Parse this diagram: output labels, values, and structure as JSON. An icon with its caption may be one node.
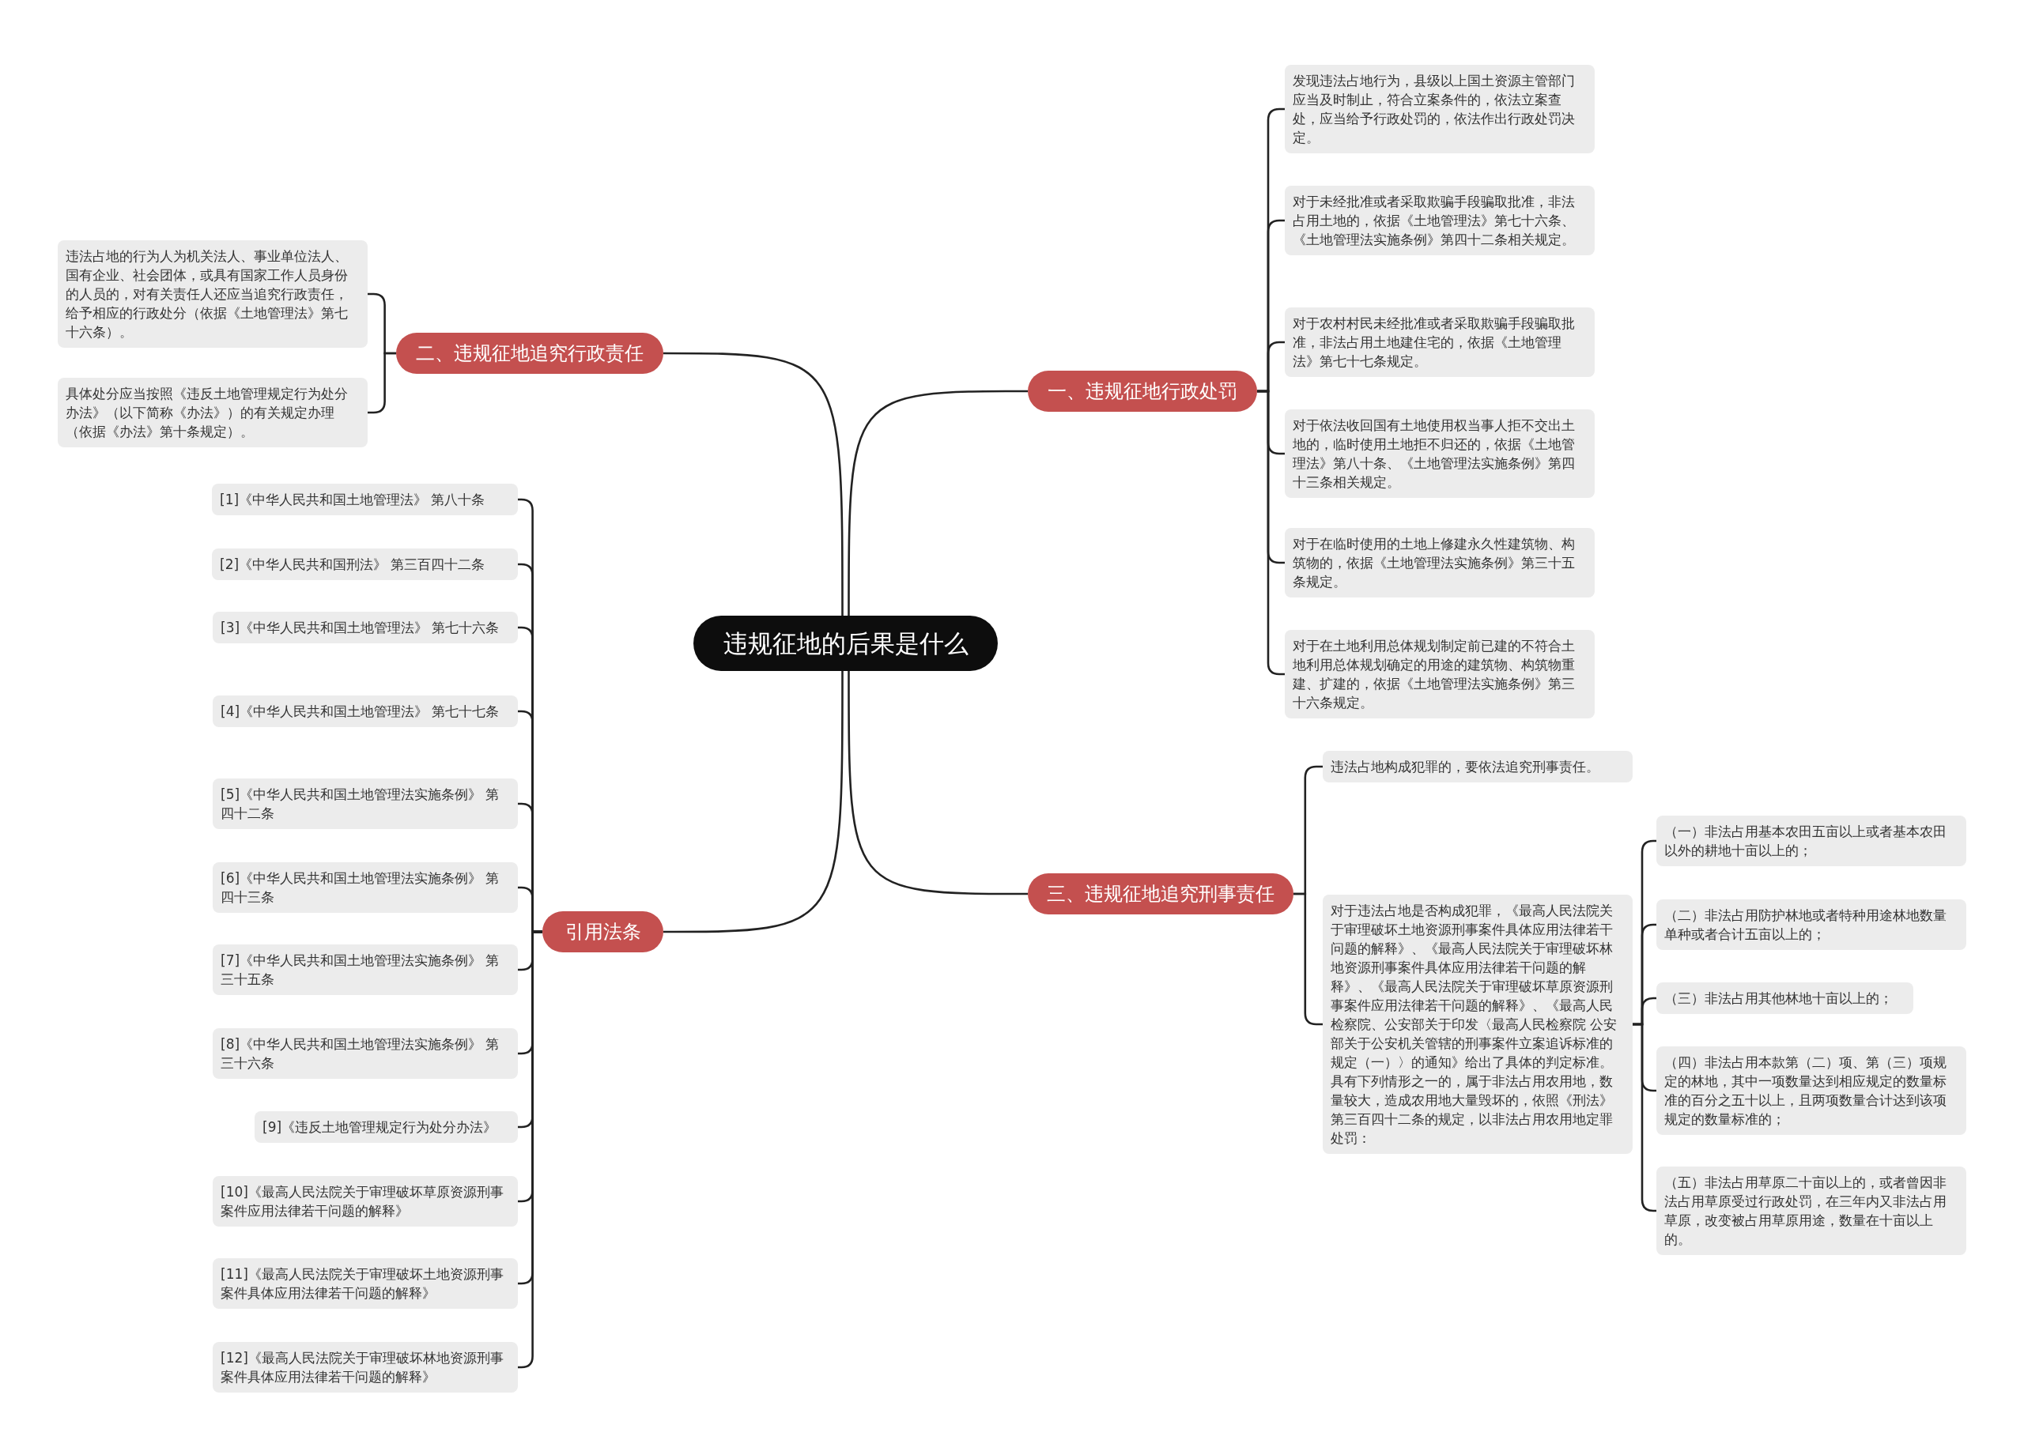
{
  "diagram": {
    "nodes": [
      {
        "text": [
          "违规征地的后果是什么"
        ]
      },
      {
        "text": [
          "一、违规征地行政处罚"
        ]
      },
      {
        "text": [
          "发现违法占地行为，县级以上国土资源主管部门应当及时制止，符合立案条件的，依法立案查处，应当给予行政处罚的，依法作出行政处罚决定。"
        ]
      },
      {
        "text": [
          "对于未经批准或者采取欺骗手段骗取批准，非法占用土地的，依据《土地管理法》第七十六条、《土地管理法实施条例》第四十二条相关规定。"
        ]
      },
      {
        "text": [
          "对于农村村民未经批准或者采取欺骗手段骗取批准，非法占用土地建住宅的，依据《土地管理法》第七十七条规定。"
        ]
      },
      {
        "text": [
          "对于依法收回国有土地使用权当事人拒不交出土地的，临时使用土地拒不归还的，依据《土地管理法》第八十条、《土地管理法实施条例》第四十三条相关规定。"
        ]
      },
      {
        "text": [
          "对于在临时使用的土地上修建永久性建筑物、构筑物的，依据《土地管理法实施条例》第三十五条规定。"
        ]
      },
      {
        "text": [
          "对于在土地利用总体规划制定前已建的不符合土地利用总体规划确定的用途的建筑物、构筑物重建、扩建的，依据《土地管理法实施条例》第三十六条规定。"
        ]
      },
      {
        "text": [
          "二、违规征地追究行政责任"
        ]
      },
      {
        "text": [
          "违法占地的行为人为机关法人、事业单位法人、国有企业、社会团体，或具有国家工作人员身份的人员的，对有关责任人还应当追究行政责任，给予相应的行政处分（依据《土地管理法》第七十六条）。"
        ]
      },
      {
        "text": [
          "具体处分应当按照《违反土地管理规定行为处分办法》（以下简称《办法》）的有关规定办理（依据《办法》第十条规定）。"
        ]
      },
      {
        "text": [
          "引用法条"
        ]
      },
      {
        "text": [
          "[1]《中华人民共和国土地管理法》 第八十条"
        ]
      },
      {
        "text": [
          "[2]《中华人民共和国刑法》 第三百四十二条"
        ]
      },
      {
        "text": [
          "[3]《中华人民共和国土地管理法》 第七十六条"
        ]
      },
      {
        "text": [
          "[4]《中华人民共和国土地管理法》 第七十七条"
        ]
      },
      {
        "text": [
          "[5]《中华人民共和国土地管理法实施条例》 第四十二条"
        ]
      },
      {
        "text": [
          "[6]《中华人民共和国土地管理法实施条例》 第四十三条"
        ]
      },
      {
        "text": [
          "[7]《中华人民共和国土地管理法实施条例》 第三十五条"
        ]
      },
      {
        "text": [
          "[8]《中华人民共和国土地管理法实施条例》 第三十六条"
        ]
      },
      {
        "text": [
          "[9]《违反土地管理规定行为处分办法》"
        ]
      },
      {
        "text": [
          "[10]《最高人民法院关于审理破坏草原资源刑事案件应用法律若干问题的解释》"
        ]
      },
      {
        "text": [
          "[11]《最高人民法院关于审理破坏土地资源刑事案件具体应用法律若干问题的解释》"
        ]
      },
      {
        "text": [
          "[12]《最高人民法院关于审理破坏林地资源刑事案件具体应用法律若干问题的解释》"
        ]
      },
      {
        "text": [
          "三、违规征地追究刑事责任"
        ]
      },
      {
        "text": [
          "违法占地构成犯罪的，要依法追究刑事责任。"
        ]
      },
      {
        "text": [
          "对于违法占地是否构成犯罪，《最高人民法院关于审理破坏土地资源刑事案件具体应用法律若干问题的解释》、《最高人民法院关于审理破坏林地资源刑事案件具体应用法律若干问题的解释》、《最高人民法院关于审理破坏草原资源刑事案件应用法律若干问题的解释》、《最高人民检察院、公安部关于印发〈最高人民检察院 公安部关于公安机关管辖的刑事案件立案追诉标准的规定（一）〉的通知》给出了具体的判定标准。具有下列情形之一的，属于非法占用农用地，数量较大，造成农用地大量毁坏的，依照《刑法》第三百四十二条的规定，以非法占用农用地定罪处罚："
        ]
      },
      {
        "text": [
          "（一）非法占用基本农田五亩以上或者基本农田以外的耕地十亩以上的；"
        ]
      },
      {
        "text": [
          "（二）非法占用防护林地或者特种用途林地数量单种或者合计五亩以上的；"
        ]
      },
      {
        "text": [
          "（三）非法占用其他林地十亩以上的；"
        ]
      },
      {
        "text": [
          "（四）非法占用本款第（二）项、第（三）项规定的林地，其中一项数量达到相应规定的数量标准的百分之五十以上，且两项数量合计达到该项规定的数量标准的；"
        ]
      },
      {
        "text": [
          "（五）非法占用草原二十亩以上的，或者曾因非法占用草原受过行政处罚，在三年内又非法占用草原，改变被占用草原用途，数量在十亩以上的。"
        ]
      }
    ],
    "edges": [
      {
        "from": 0,
        "to": 1,
        "arrow": "none"
      },
      {
        "from": 1,
        "to": 2,
        "arrow": "none"
      },
      {
        "from": 1,
        "to": 3,
        "arrow": "none"
      },
      {
        "from": 1,
        "to": 4,
        "arrow": "none"
      },
      {
        "from": 1,
        "to": 5,
        "arrow": "none"
      },
      {
        "from": 1,
        "to": 6,
        "arrow": "none"
      },
      {
        "from": 1,
        "to": 7,
        "arrow": "none"
      },
      {
        "from": 0,
        "to": 8,
        "arrow": "none"
      },
      {
        "from": 8,
        "to": 9,
        "arrow": "none"
      },
      {
        "from": 8,
        "to": 10,
        "arrow": "none"
      },
      {
        "from": 0,
        "to": 11,
        "arrow": "none"
      },
      {
        "from": 11,
        "to": 12,
        "arrow": "none"
      },
      {
        "from": 11,
        "to": 13,
        "arrow": "none"
      },
      {
        "from": 11,
        "to": 14,
        "arrow": "none"
      },
      {
        "from": 11,
        "to": 15,
        "arrow": "none"
      },
      {
        "from": 11,
        "to": 16,
        "arrow": "none"
      },
      {
        "from": 11,
        "to": 17,
        "arrow": "none"
      },
      {
        "from": 11,
        "to": 18,
        "arrow": "none"
      },
      {
        "from": 11,
        "to": 19,
        "arrow": "none"
      },
      {
        "from": 11,
        "to": 20,
        "arrow": "none"
      },
      {
        "from": 11,
        "to": 21,
        "arrow": "none"
      },
      {
        "from": 11,
        "to": 22,
        "arrow": "none"
      },
      {
        "from": 11,
        "to": 23,
        "arrow": "none"
      },
      {
        "from": 0,
        "to": 24,
        "arrow": "none"
      },
      {
        "from": 24,
        "to": 25,
        "arrow": "none"
      },
      {
        "from": 24,
        "to": 26,
        "arrow": "none"
      },
      {
        "from": 26,
        "to": 27,
        "arrow": "none"
      },
      {
        "from": 26,
        "to": 28,
        "arrow": "none"
      },
      {
        "from": 26,
        "to": 29,
        "arrow": "none"
      },
      {
        "from": 26,
        "to": 30,
        "arrow": "none"
      },
      {
        "from": 26,
        "to": 31,
        "arrow": "none"
      }
    ]
  }
}
